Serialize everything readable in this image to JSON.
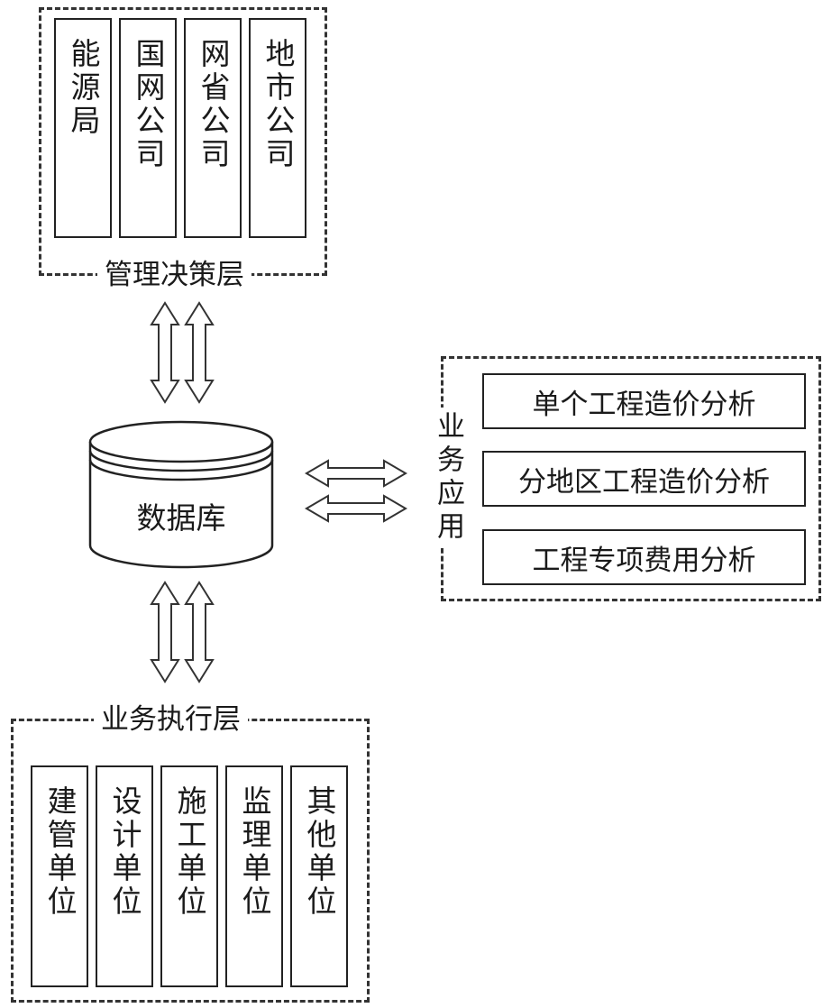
{
  "management_layer": {
    "title": "管理决策层",
    "units": [
      "能源局",
      "国网公司",
      "网省公司",
      "地市公司"
    ]
  },
  "database": {
    "label": "数据库"
  },
  "business_application": {
    "title": "业务应用",
    "items": [
      "单个工程造价分析",
      "分地区工程造价分析",
      "工程专项费用分析"
    ]
  },
  "execution_layer": {
    "title": "业务执行层",
    "units": [
      "建管单位",
      "设计单位",
      "施工单位",
      "监理单位",
      "其他单位"
    ]
  }
}
